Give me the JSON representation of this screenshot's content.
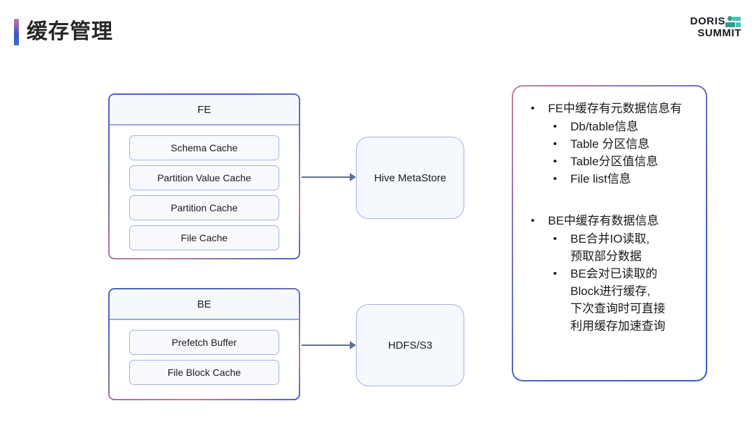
{
  "header": {
    "title": "缓存管理",
    "accent_gradient_from": "#c97b93",
    "accent_gradient_to": "#2f6fe0",
    "logo": {
      "line1": "DORIS",
      "line2": "SUMMIT",
      "mark_color_dark": "#2f9c8f",
      "mark_color_light": "#49c6b6"
    }
  },
  "diagram": {
    "fe": {
      "title": "FE",
      "caches": [
        "Schema Cache",
        "Partition Value Cache",
        "Partition Cache",
        "File Cache"
      ]
    },
    "be": {
      "title": "BE",
      "caches": [
        "Prefetch Buffer",
        "File Block Cache"
      ]
    },
    "storage": {
      "hive": "Hive MetaStore",
      "hdfs": "HDFS/S3"
    },
    "arrows": [
      {
        "from": "FE",
        "to": "Hive MetaStore"
      },
      {
        "from": "BE",
        "to": "HDFS/S3"
      }
    ],
    "colors": {
      "box_fill": "#f5f8fd",
      "box_border": "#a5b2de",
      "arrow": "#5b6f93"
    }
  },
  "notes": {
    "groups": [
      {
        "heading": "FE中缓存有元数据信息有",
        "items": [
          "Db/table信息",
          "Table 分区信息",
          "Table分区值信息",
          "File list信息"
        ]
      },
      {
        "heading": "BE中缓存有数据信息",
        "items": [
          "BE合并IO读取，预取部分数据",
          "BE会对已读取的Block进行缓存，下次查询时可直接利用缓存加速查询"
        ],
        "items_lines": [
          [
            "BE合并IO读取,",
            "预取部分数据"
          ],
          [
            "BE会对已读取的",
            "Block进行缓存,",
            "下次查询时可直接",
            "利用缓存加速查询"
          ]
        ]
      }
    ]
  }
}
